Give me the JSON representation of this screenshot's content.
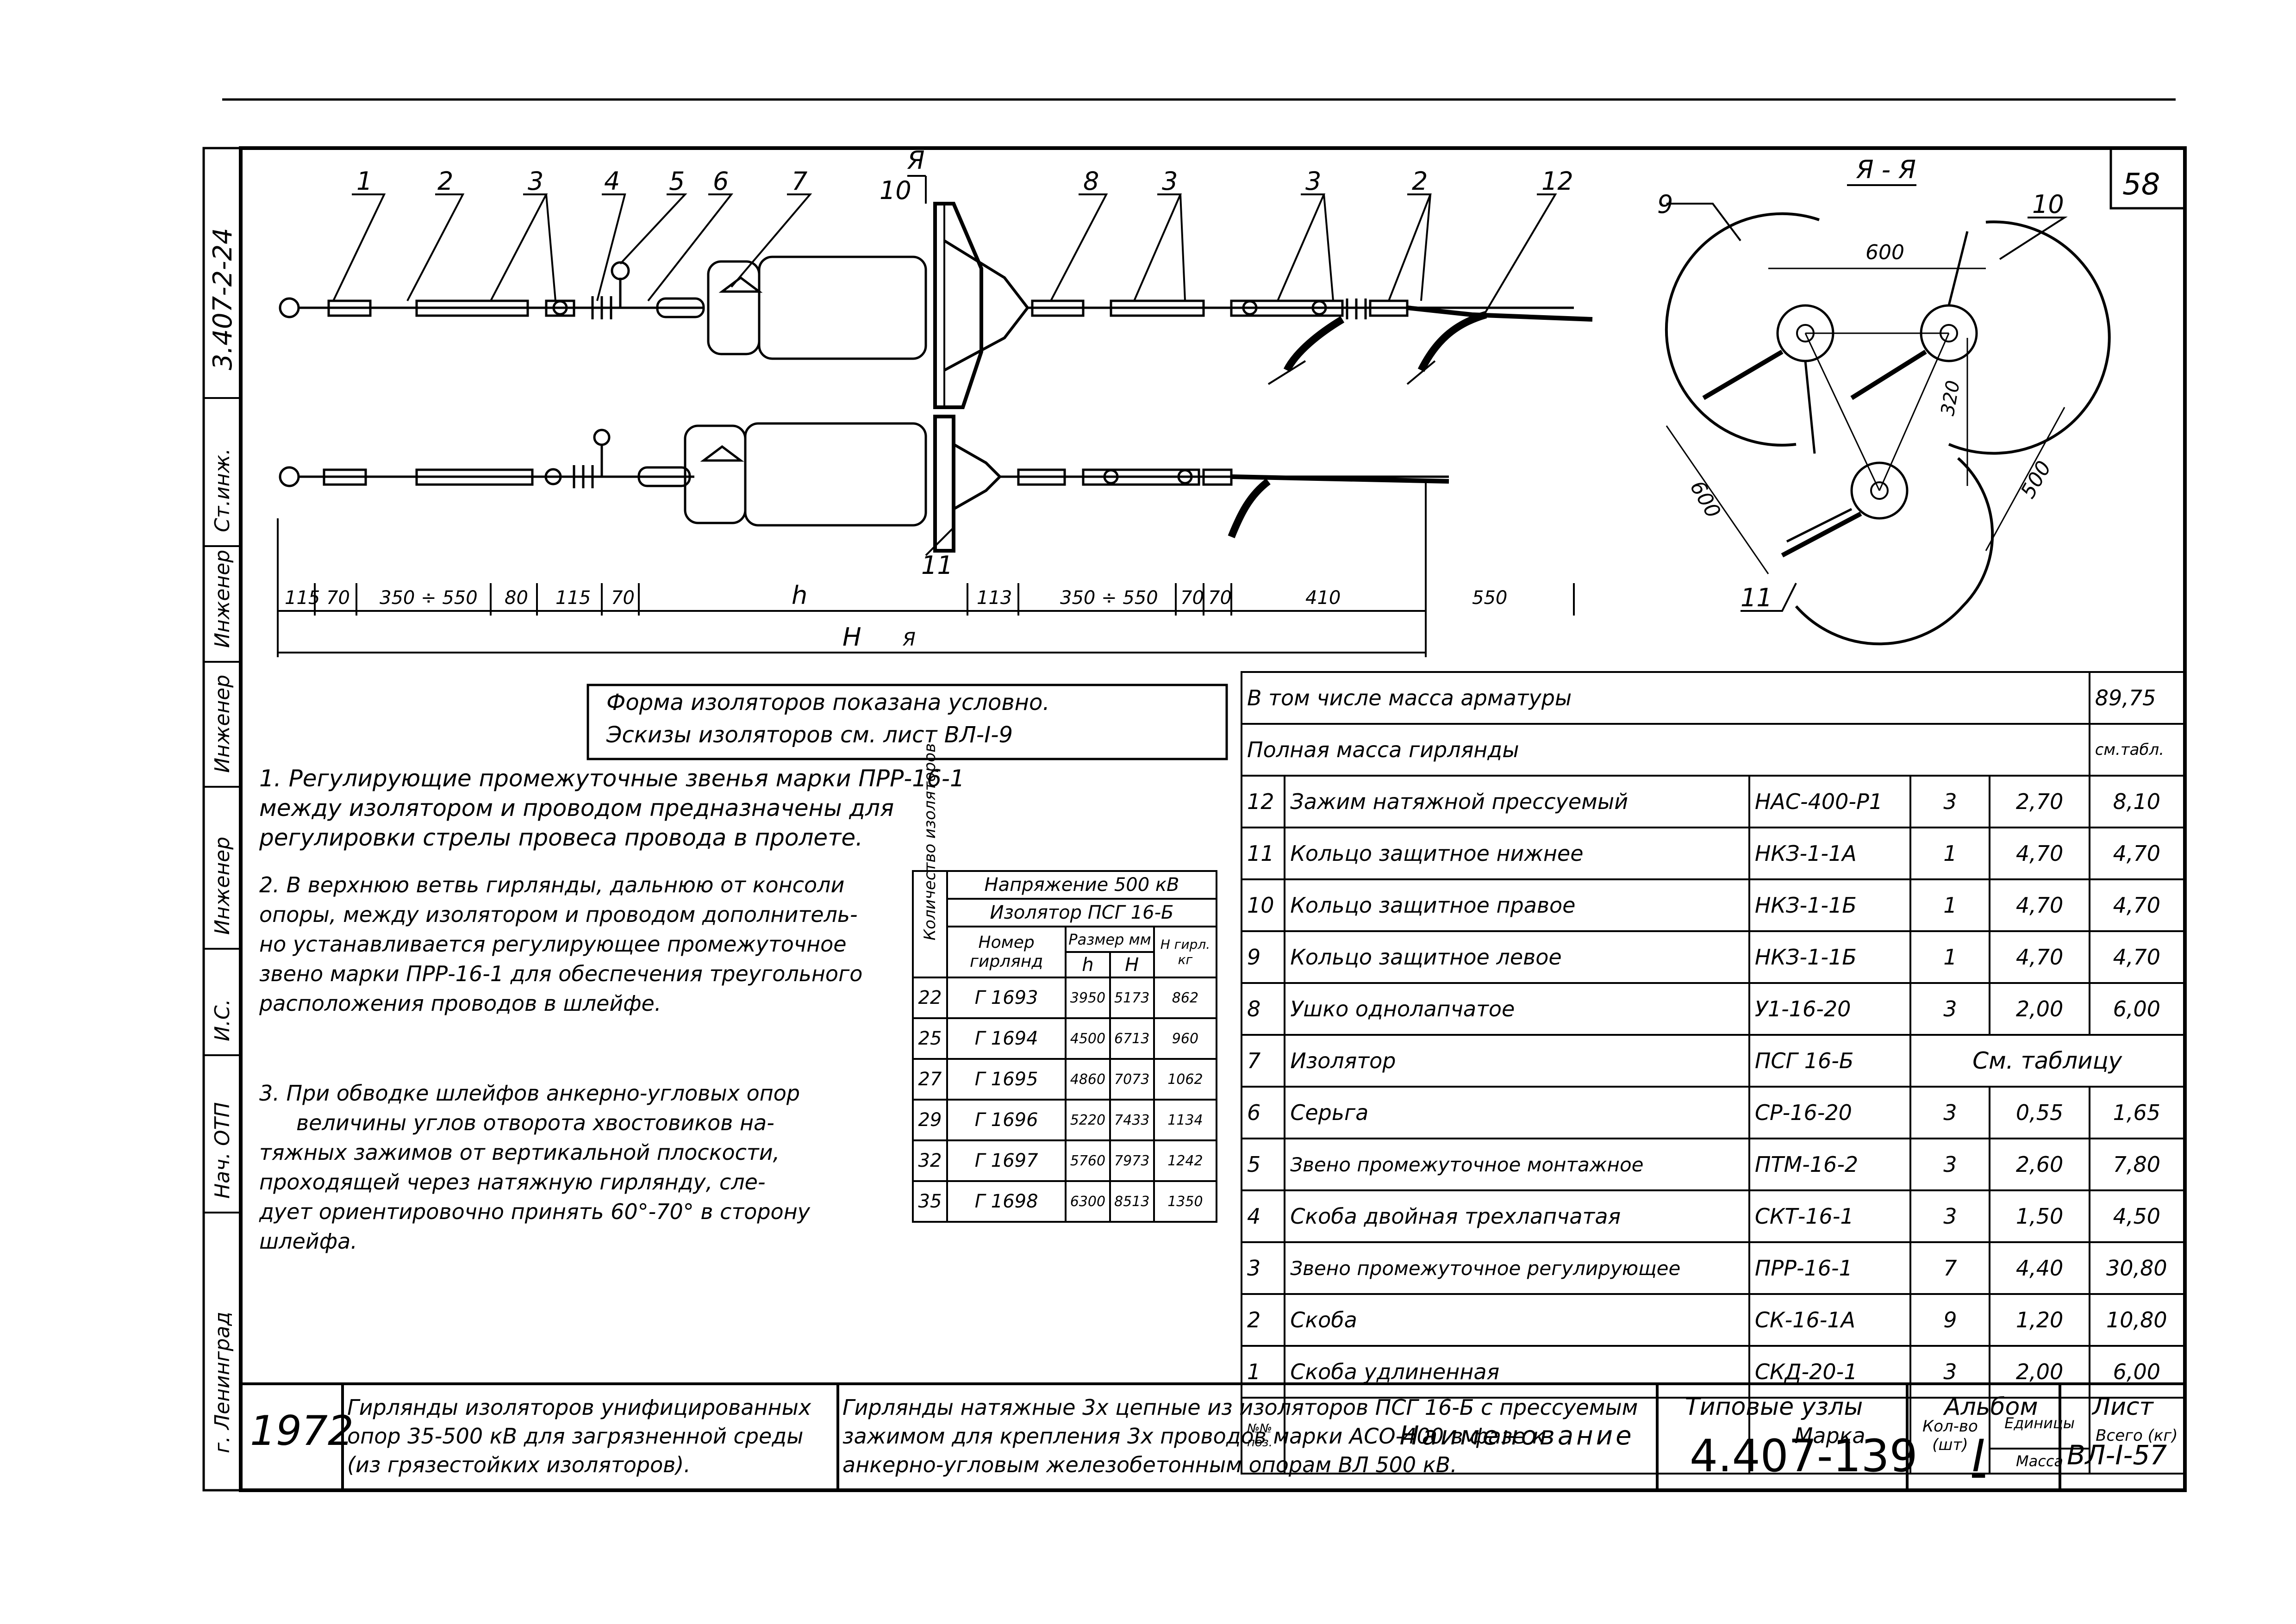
{
  "sheet_number": "58",
  "stamp_top": "3.407-2-24",
  "side_labels": [
    "г. Ленинград",
    "Нач. ОТП",
    "И.С.",
    "Инженер",
    "Инженер",
    "Инженер",
    "Ст.инж."
  ],
  "drawing": {
    "callouts": [
      "1",
      "2",
      "3",
      "4",
      "5",
      "6",
      "7",
      "8",
      "3",
      "3",
      "2",
      "12",
      "10",
      "11"
    ],
    "section_mark": "Я",
    "section_title": "Я - Я",
    "section_callouts": [
      "9",
      "10",
      "11"
    ],
    "dims_bottom": [
      "115",
      "70",
      "350 ÷ 550",
      "80",
      "115",
      "70",
      "h",
      "113",
      "350 ÷ 550",
      "70",
      "70",
      "410",
      "550"
    ],
    "dim_total": "H",
    "dim_total_ref": "Я",
    "section_dims": [
      "600",
      "320",
      "600",
      "500"
    ]
  },
  "caption": {
    "line1": "Форма изоляторов показана условно.",
    "line2": "Эскизы изоляторов см. лист ВЛ-I-9"
  },
  "notes": [
    [
      "1. Регулирующие промежуточные звенья марки ПРР-16-1",
      "между изолятором и проводом предназначены для",
      "регулировки стрелы провеса провода в пролете."
    ],
    [
      "2. В верхнюю ветвь гирлянды, дальнюю от консоли",
      "опоры, между изолятором и проводом дополнитель-",
      "но устанавливается регулирующее промежуточное",
      "звено марки ПРР-16-1 для обеспечения треугольного",
      "расположения проводов в шлейфе."
    ],
    [
      "3. При обводке шлейфов анкерно-угловых опор",
      "величины углов отворота хвостовиков на-",
      "тяжных зажимов от вертикальной плоскости,",
      "проходящей через натяжную гирлянду, сле-",
      "дует ориентировочно принять 60°-70° в сторону",
      "шлейфа."
    ]
  ],
  "voltage_table": {
    "rotated_header": "Количество изоляторов",
    "title": "Напряжение 500 кВ",
    "insulator": "Изолятор ПСГ 16-Б",
    "col_number": "Номер гирлянд",
    "col_size": "Размер мм",
    "col_h": "h",
    "col_H": "H",
    "col_mass": "Н гирл. кг",
    "rows": [
      {
        "n": "22",
        "num": "Г 1693",
        "h": "3950",
        "H": "5173",
        "m": "862"
      },
      {
        "n": "25",
        "num": "Г 1694",
        "h": "4500",
        "H": "6713",
        "m": "960"
      },
      {
        "n": "27",
        "num": "Г 1695",
        "h": "4860",
        "H": "7073",
        "m": "1062"
      },
      {
        "n": "29",
        "num": "Г 1696",
        "h": "5220",
        "H": "7433",
        "m": "1134"
      },
      {
        "n": "32",
        "num": "Г 1697",
        "h": "5760",
        "H": "7973",
        "m": "1242"
      },
      {
        "n": "35",
        "num": "Г 1698",
        "h": "6300",
        "H": "8513",
        "m": "1350"
      }
    ]
  },
  "spec_table": {
    "total_label": "В том числе масса арматуры",
    "total_value": "89,75",
    "full_label": "Полная масса гирлянды",
    "full_value": "см.табл.",
    "rows": [
      {
        "pos": "12",
        "name": "Зажим натяжной прессуемый",
        "mark": "НАС-400-Р1",
        "qty": "3",
        "unit": "2,70",
        "total": "8,10"
      },
      {
        "pos": "11",
        "name": "Кольцо защитное нижнее",
        "mark": "НКЗ-1-1А",
        "qty": "1",
        "unit": "4,70",
        "total": "4,70"
      },
      {
        "pos": "10",
        "name": "Кольцо защитное правое",
        "mark": "НКЗ-1-1Б",
        "qty": "1",
        "unit": "4,70",
        "total": "4,70"
      },
      {
        "pos": "9",
        "name": "Кольцо защитное левое",
        "mark": "НКЗ-1-1Б",
        "qty": "1",
        "unit": "4,70",
        "total": "4,70"
      },
      {
        "pos": "8",
        "name": "Ушко однолапчатое",
        "mark": "У1-16-20",
        "qty": "3",
        "unit": "2,00",
        "total": "6,00"
      },
      {
        "pos": "7",
        "name": "Изолятор",
        "mark": "ПСГ 16-Б",
        "qty": "",
        "unit": "",
        "total": "",
        "span": "См. таблицу"
      },
      {
        "pos": "6",
        "name": "Серьга",
        "mark": "СР-16-20",
        "qty": "3",
        "unit": "0,55",
        "total": "1,65"
      },
      {
        "pos": "5",
        "name": "Звено промежуточное монтажное",
        "mark": "ПТМ-16-2",
        "qty": "3",
        "unit": "2,60",
        "total": "7,80"
      },
      {
        "pos": "4",
        "name": "Скоба двойная трехлапчатая",
        "mark": "СКТ-16-1",
        "qty": "3",
        "unit": "1,50",
        "total": "4,50"
      },
      {
        "pos": "3",
        "name": "Звено промежуточное регулирующее",
        "mark": "ПРР-16-1",
        "qty": "7",
        "unit": "4,40",
        "total": "30,80"
      },
      {
        "pos": "2",
        "name": "Скоба",
        "mark": "СК-16-1А",
        "qty": "9",
        "unit": "1,20",
        "total": "10,80"
      },
      {
        "pos": "1",
        "name": "Скоба удлиненная",
        "mark": "СКД-20-1",
        "qty": "3",
        "unit": "2,00",
        "total": "6,00"
      }
    ],
    "head": {
      "pos": "№№ поз.",
      "name": "Наименование",
      "mark": "Марка",
      "qty": "Кол-во (шт)",
      "unit": "Единицы",
      "mass": "Масса",
      "total": "Всего (кг)"
    }
  },
  "title_block": {
    "year": "1972",
    "series_title": "Гирлянды изоляторов унифицированных опор 35-500 кВ для загрязненной среды (из грязестойких изоляторов).",
    "sheet_title": "Гирлянды натяжные 3x цепные из изоляторов ПСГ 16-Б с прессуемым зажимом для крепления 3x проводов марки АСО-400 в фазе к анкерно-угловым железобетонным опорам ВЛ 500 кВ.",
    "type_label": "Типовые узлы",
    "type_value": "4.407-139",
    "album_label": "Альбом",
    "album_value": "I",
    "sheet_label": "Лист",
    "sheet_value": "ВЛ-I-57"
  }
}
